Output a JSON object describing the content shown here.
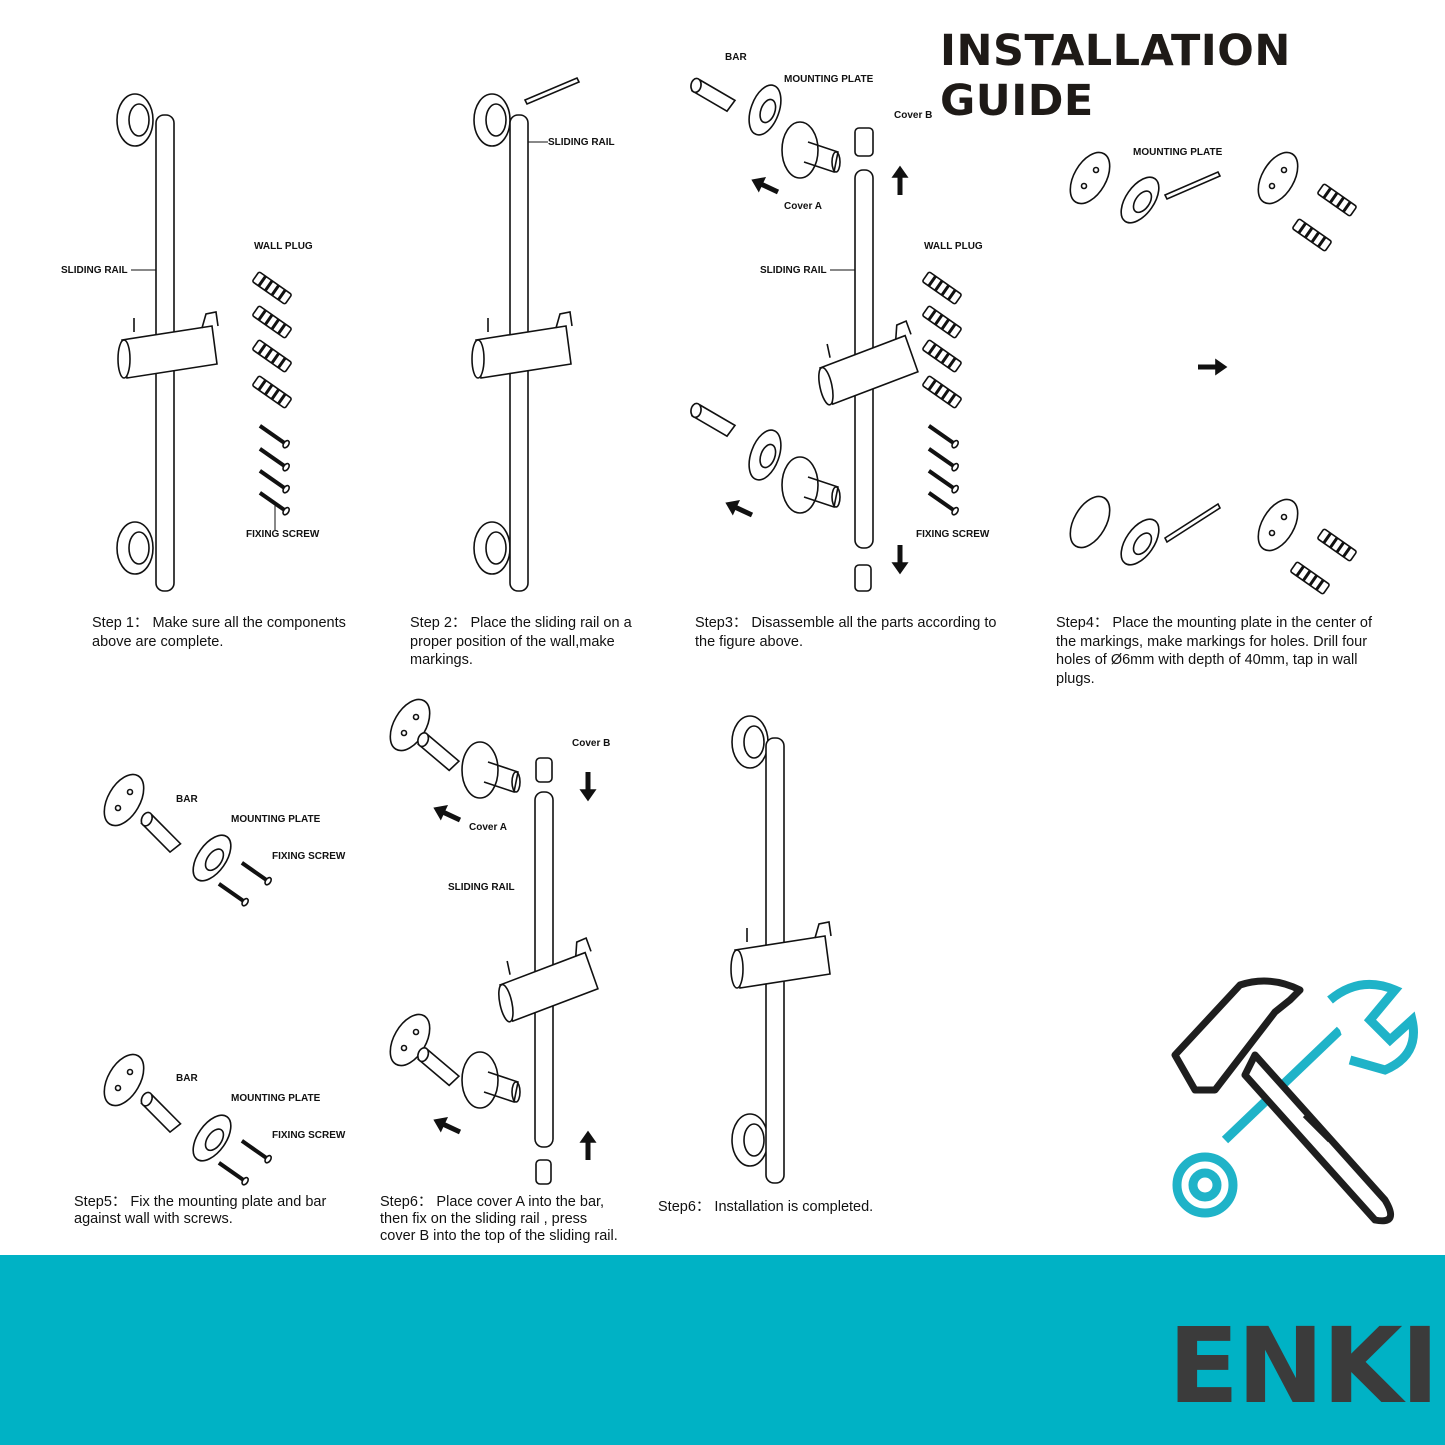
{
  "title": "INSTALLATION GUIDE",
  "labels": {
    "sliding_rail": "SLIDING RAIL",
    "wall_plug": "WALL PLUG",
    "fixing_screw": "FIXING SCREW",
    "bar": "BAR",
    "mounting_plate": "MOUNTING PLATE",
    "cover_a": "Cover A",
    "cover_b": "Cover B"
  },
  "steps": [
    {
      "text": "Step 1： Make sure all the components above are complete."
    },
    {
      "text": "Step 2： Place the sliding rail on a proper position of the wall,make markings."
    },
    {
      "text": "Step3： Disassemble all the parts according to the figure above."
    },
    {
      "text": "Step4： Place the mounting plate in the center of the markings, make markings for holes. Drill four holes of Ø6mm with depth of 40mm, tap in wall plugs."
    },
    {
      "text": "Step5： Fix the mounting plate and bar against wall with screws."
    },
    {
      "text": "Step6： Place cover A into the bar, then fix on the sliding rail , press cover B into the top of the sliding rail."
    },
    {
      "text": "Step6： Installation is completed."
    }
  ],
  "brand": {
    "logo": "ENKI",
    "band_color": "#00b2c5",
    "logo_color": "#3b3b3b",
    "icon_accent": "#1fb3c8"
  },
  "icons": [
    "hammer-icon",
    "wrench-icon",
    "arrow-right-icon"
  ]
}
